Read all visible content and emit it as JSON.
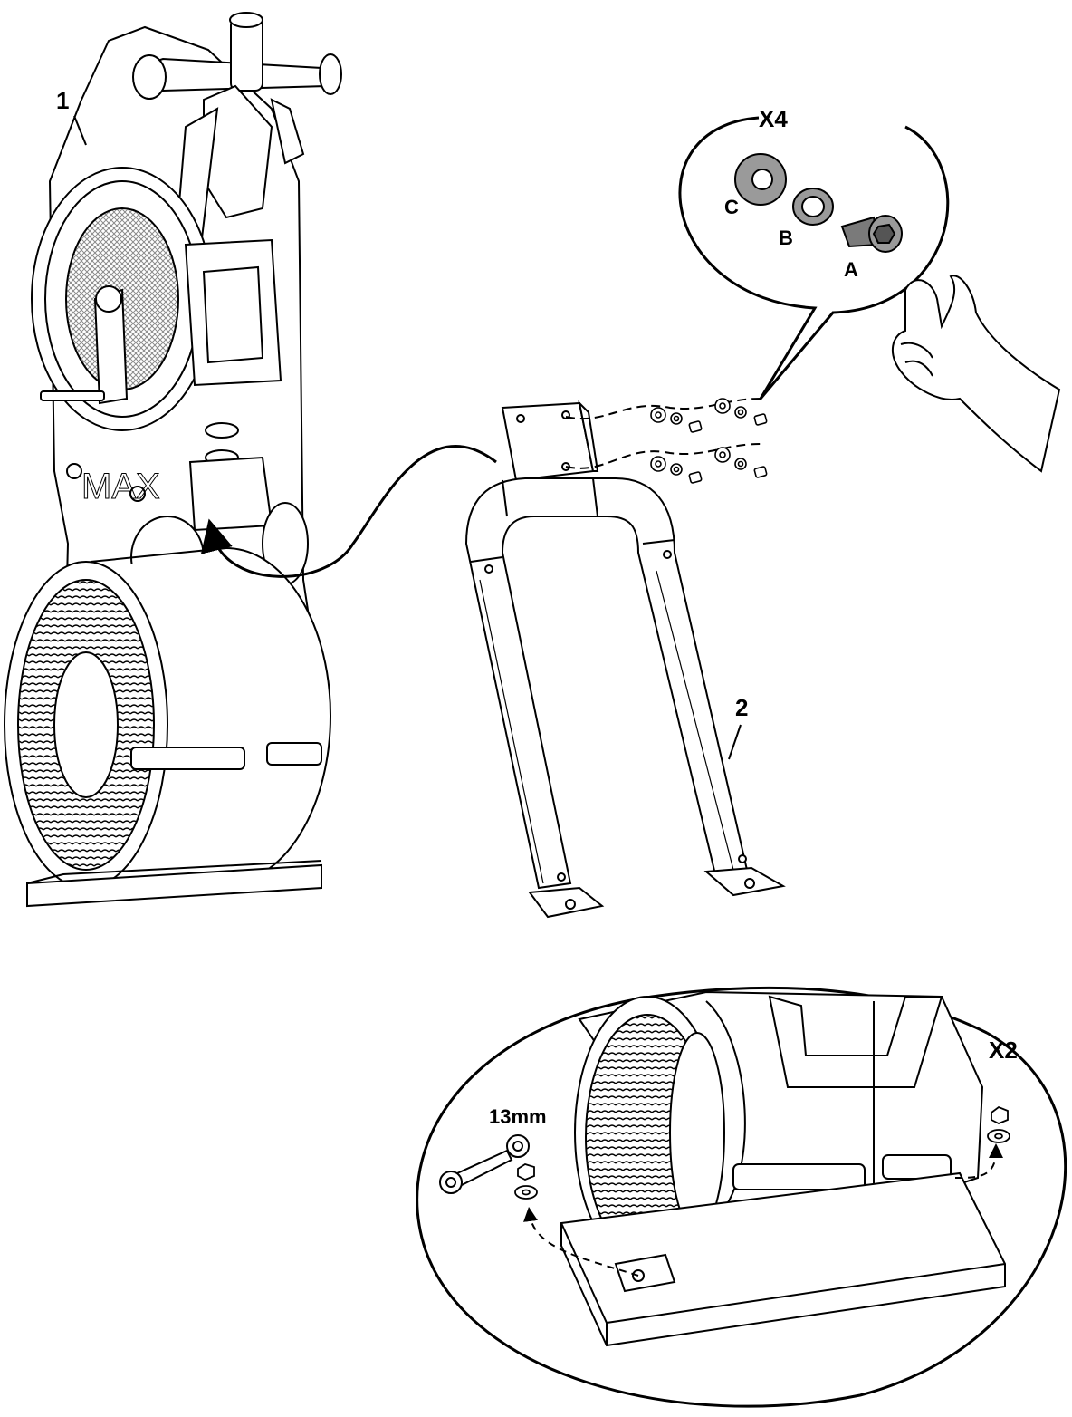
{
  "labels": {
    "part_1": "1",
    "part_2": "2",
    "qty_hardware": "X4",
    "hw_c": "C",
    "hw_b": "B",
    "hw_a": "A",
    "qty_base": "X2",
    "wrench_size": "13mm"
  },
  "icons": {
    "machine": "trainer-machine-icon",
    "stabilizer": "u-stabilizer-icon",
    "hand": "hand-icon",
    "wrench": "wrench-icon",
    "bolt": "hex-bolt-icon",
    "washer": "washer-icon",
    "nut": "nut-icon"
  },
  "colors": {
    "line": "#000000",
    "part_fill": "#ffffff",
    "hardware_gray": "#9a9a9a",
    "hardware_dark": "#555555",
    "mesh": "#8a8a8a"
  }
}
